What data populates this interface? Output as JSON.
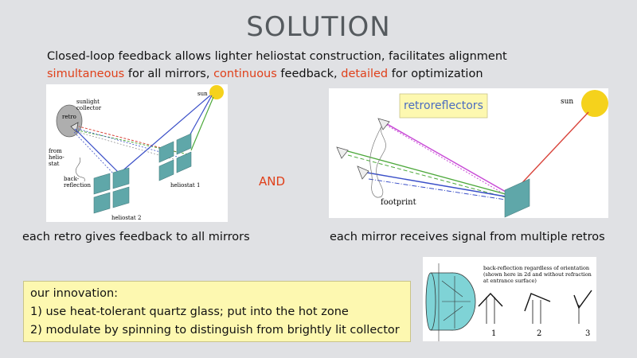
{
  "title": "SOLUTION",
  "intro": {
    "line1": "Closed-loop feedback allows lighter heliostat construction, facilitates alignment",
    "w1": "simultaneous",
    "t1": " for all mirrors, ",
    "w2": "continuous",
    "t2": " feedback, ",
    "w3": "detailed",
    "t3": " for optimization"
  },
  "left_diagram": {
    "sun": "sun",
    "sunlight_collector": [
      "sunlight",
      "collector"
    ],
    "retro": "retro",
    "from_heliostat": [
      "from",
      "helio-",
      "stat"
    ],
    "back_reflection": [
      "back-",
      "reflection"
    ],
    "heliostat1": "heliostat 1",
    "heliostat2": "heliostat 2"
  },
  "and_label": "AND",
  "right_diagram": {
    "retroreflectors": "retroreflectors",
    "sun": "sun",
    "footprint": "footprint"
  },
  "captions": {
    "left": "each retro gives feedback to all mirrors",
    "right": "each mirror receives signal from multiple retros"
  },
  "innovation": {
    "title": "our innovation:",
    "item1": "1) use heat-tolerant quartz glass; put into the hot zone",
    "item2": "2) modulate by spinning to distinguish from brightly lit collector"
  },
  "small_diagram": {
    "desc": [
      "back-reflection regardless of orientation",
      "(shown here in 2d and without refraction",
      "at entrance surface)"
    ],
    "n1": "1",
    "n2": "2",
    "n3": "3"
  },
  "colors": {
    "red": "#e0401a",
    "teal": "#5fa7a9",
    "sun": "#f5d21c",
    "note": "#fdf8b0"
  }
}
